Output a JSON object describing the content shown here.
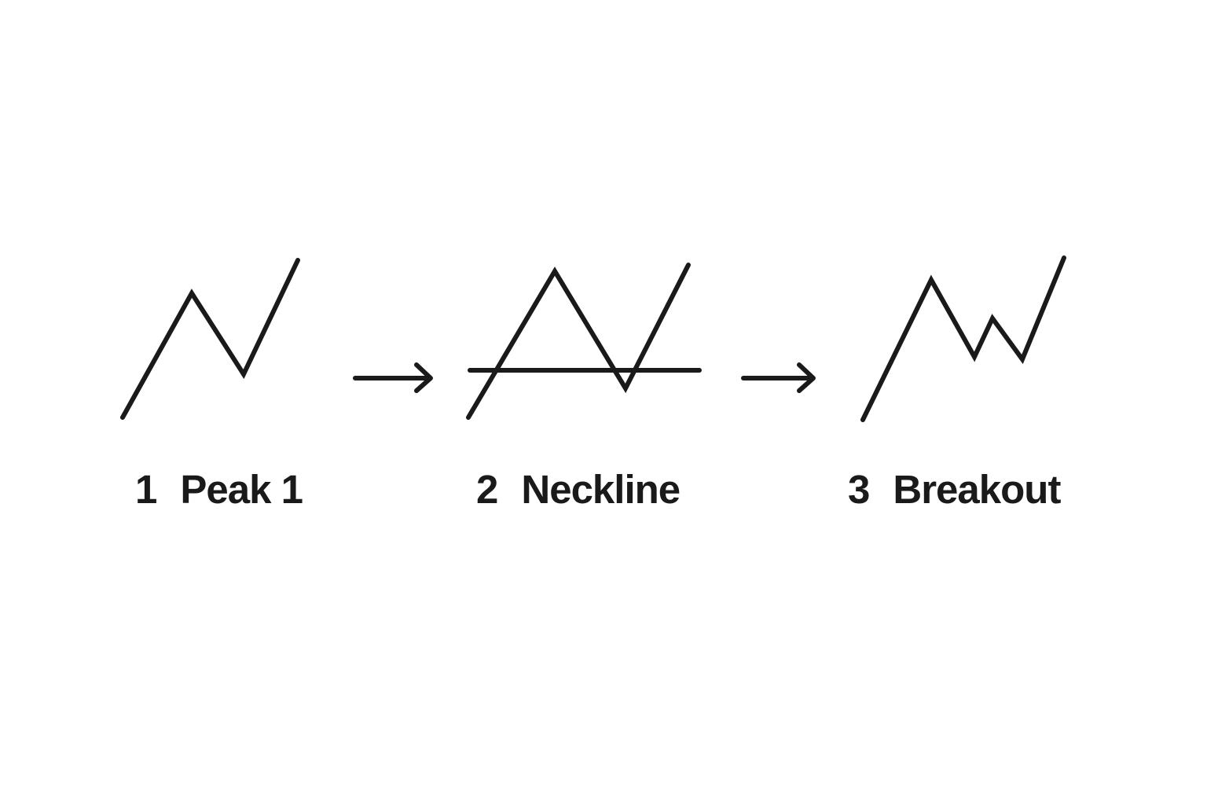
{
  "steps": [
    {
      "number": "1",
      "label": "Peak 1"
    },
    {
      "number": "2",
      "label": "Neckline"
    },
    {
      "number": "3",
      "label": "Breakout"
    }
  ],
  "colors": {
    "stroke": "#1a1a1a",
    "background": "#ffffff"
  },
  "icons": [
    "peak-zigzag-icon",
    "right-arrow-icon",
    "neckline-pattern-icon",
    "right-arrow-icon",
    "breakout-zigzag-icon"
  ]
}
